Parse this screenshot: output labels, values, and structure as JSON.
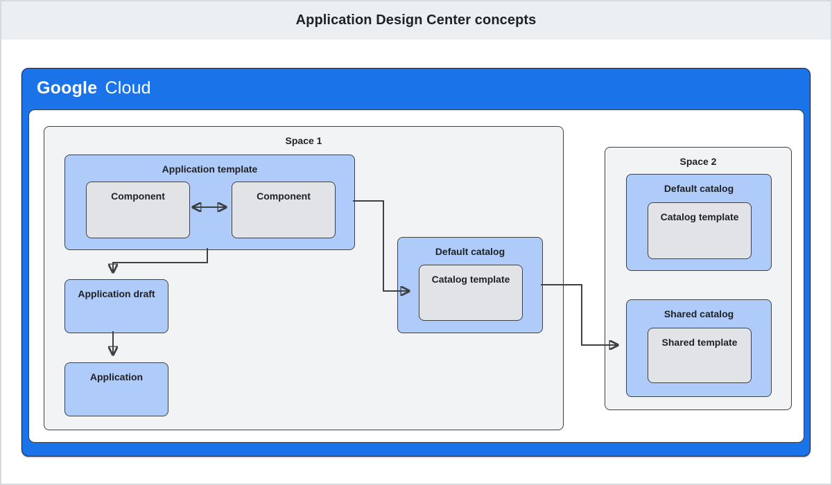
{
  "title": "Application Design Center concepts",
  "brand": {
    "name_primary": "Google",
    "name_secondary": "Cloud"
  },
  "colors": {
    "brand_blue": "#1a73e8",
    "light_blue": "#aecbfa",
    "space_gray": "#f1f3f4",
    "box_gray": "#e1e3e6",
    "border_dark": "#3c4043",
    "text_dark": "#202124",
    "titlebar_bg": "#eceff1"
  },
  "diagram": {
    "space1": {
      "label": "Space 1",
      "application_template": {
        "label": "Application template",
        "components": [
          {
            "label": "Component"
          },
          {
            "label": "Component"
          }
        ]
      },
      "application_draft": {
        "label": "Application draft"
      },
      "application": {
        "label": "Application"
      },
      "default_catalog": {
        "label": "Default catalog",
        "catalog_template": {
          "label": "Catalog template"
        }
      }
    },
    "space2": {
      "label": "Space 2",
      "default_catalog": {
        "label": "Default catalog",
        "catalog_template": {
          "label": "Catalog template"
        }
      },
      "shared_catalog": {
        "label": "Shared catalog",
        "shared_template": {
          "label": "Shared template"
        }
      }
    },
    "connections": [
      {
        "from": "component-left",
        "to": "component-right",
        "style": "bidirectional"
      },
      {
        "from": "application-template",
        "to": "application-draft",
        "style": "arrow"
      },
      {
        "from": "application-draft",
        "to": "application",
        "style": "arrow"
      },
      {
        "from": "application-template",
        "to": "default-catalog-space1",
        "style": "arrow"
      },
      {
        "from": "default-catalog-space1",
        "to": "shared-catalog-space2",
        "style": "arrow"
      }
    ]
  }
}
